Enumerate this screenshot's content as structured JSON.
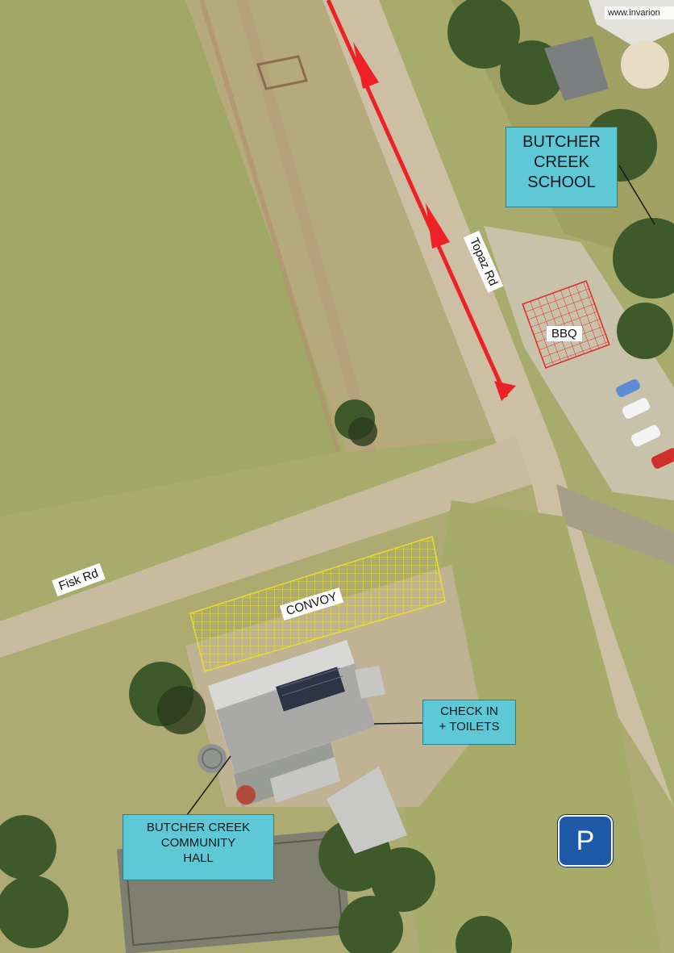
{
  "credit": "www.invarion",
  "labels": {
    "school": [
      "BUTCHER",
      "CREEK",
      "SCHOOL"
    ],
    "hall": [
      "BUTCHER CREEK",
      "COMMUNITY",
      "HALL"
    ],
    "checkin": [
      "CHECK IN",
      "+ TOILETS"
    ],
    "topaz_rd": "Topaz Rd",
    "fisk_rd": "Fisk Rd",
    "bbq": "BBQ",
    "convoy": "CONVOY",
    "parking": "P"
  },
  "colors": {
    "callout_fill": "#5ec8d6",
    "route_red": "#ee2226",
    "bbq_grid": "#e5252a",
    "convoy_grid": "#e9dc2f",
    "parking_blue": "#1f5aa8"
  }
}
